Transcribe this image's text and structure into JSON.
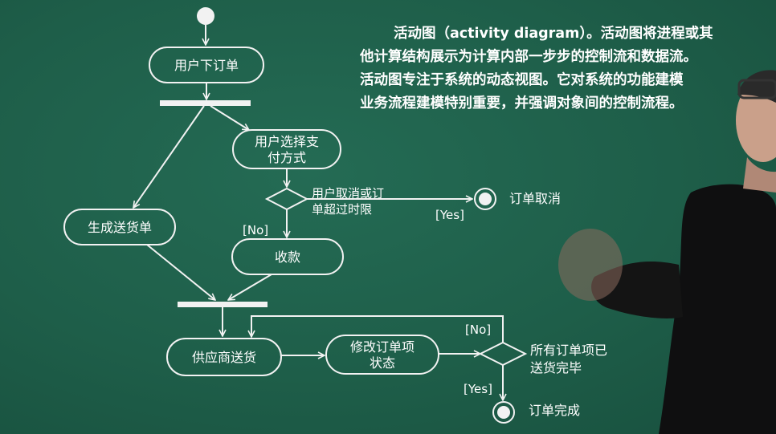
{
  "description": {
    "line1": "活动图（activity diagram）。活动图将进程或其",
    "line2": "他计算结构展示为计算内部一步步的控制流和数据流。",
    "line3": "活动图专注于系统的动态视图。它对系统的功能建模",
    "line4": "业务流程建模特别重要，并强调对象间的控制流程。"
  },
  "diagram": {
    "user_order": "用户下订单",
    "choose_payment_1": "用户选择支",
    "choose_payment_2": "付方式",
    "cancel_cond_1": "用户取消或订",
    "cancel_cond_2": "单超过时限",
    "yes1": "[Yes]",
    "order_cancelled": "订单取消",
    "no1": "[No]",
    "collect_payment": "收款",
    "generate_delivery": "生成送货单",
    "supplier_ship": "供应商送货",
    "modify_status_1": "修改订单项",
    "modify_status_2": "状态",
    "no2": "[No]",
    "all_shipped_1": "所有订单项已",
    "all_shipped_2": "送货完毕",
    "yes2": "[Yes]",
    "order_complete": "订单完成"
  },
  "colors": {
    "board": "#1f5e4a",
    "chalk": "#f2f2f2"
  }
}
